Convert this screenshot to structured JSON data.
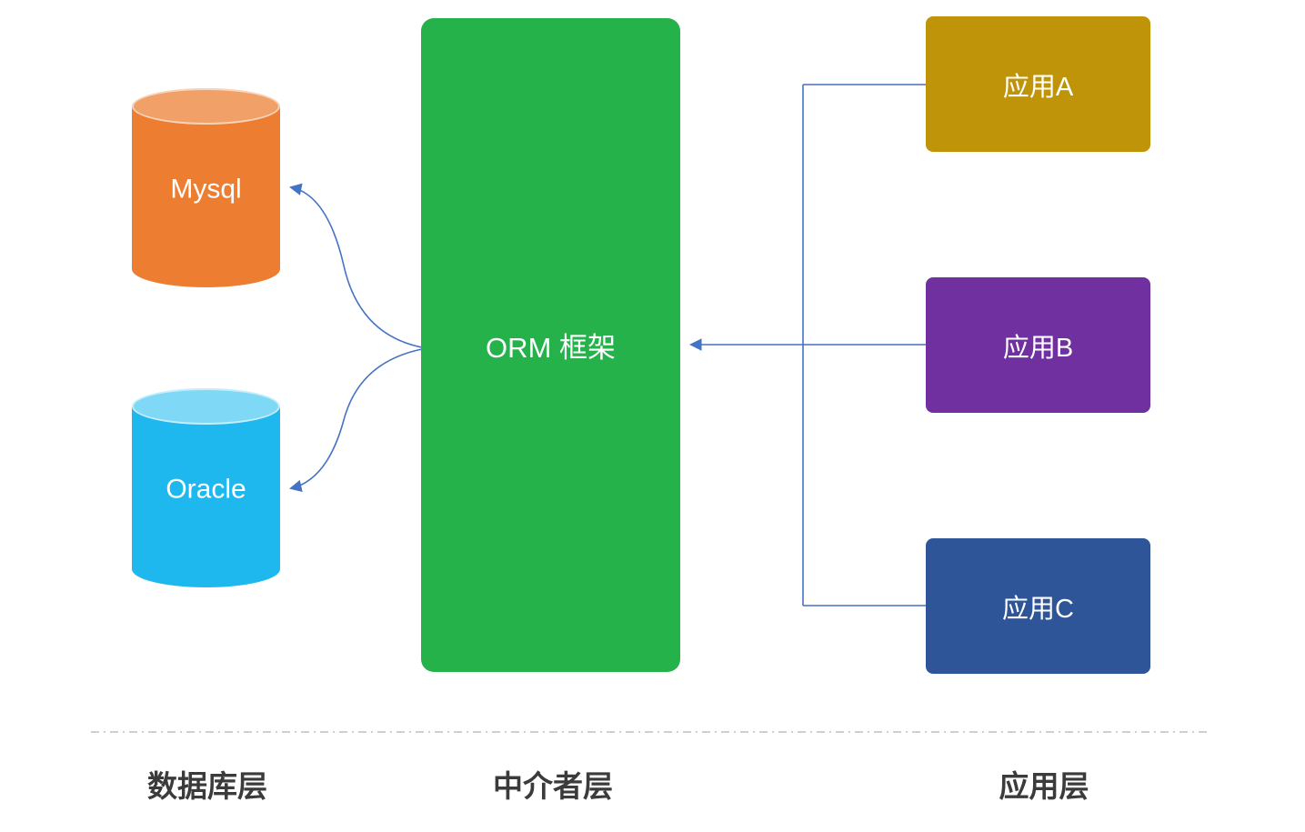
{
  "diagram": {
    "mediator": {
      "label": "ORM 框架",
      "color": "#25B24B"
    },
    "databases": [
      {
        "id": "mysql",
        "label": "Mysql",
        "body_color": "#ED7D31",
        "top_color": "#F1A168"
      },
      {
        "id": "oracle",
        "label": "Oracle",
        "body_color": "#1EB8EE",
        "top_color": "#7FD9F6"
      }
    ],
    "applications": [
      {
        "id": "app-a",
        "label": "应用A",
        "color": "#BF9408"
      },
      {
        "id": "app-b",
        "label": "应用B",
        "color": "#7030A0"
      },
      {
        "id": "app-c",
        "label": "应用C",
        "color": "#2E5597"
      }
    ],
    "layers": [
      {
        "id": "database-layer",
        "label": "数据库层"
      },
      {
        "id": "mediator-layer",
        "label": "中介者层"
      },
      {
        "id": "application-layer",
        "label": "应用层"
      }
    ],
    "connector_color": "#4472C4",
    "divider_color": "#BFBFBF"
  }
}
